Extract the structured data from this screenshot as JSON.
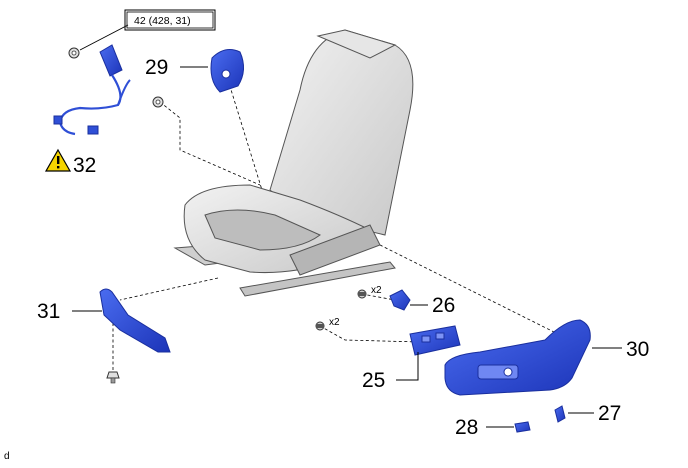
{
  "callout_box": "42 (428, 31)",
  "callouts": {
    "c25": "25",
    "c26": "26",
    "c27": "27",
    "c28": "28",
    "c29": "29",
    "c30": "30",
    "c31": "31",
    "c32": "32"
  },
  "quantities": {
    "q_upper": "x2",
    "q_lower": "x2"
  },
  "corner_label": "d",
  "colors": {
    "part_blue": "#2f4fd6",
    "part_blue_dark": "#1a2f9e",
    "seat_gray": "#d9d9d9",
    "warning_yellow": "#f5d400"
  },
  "icons": {
    "warning": "warning-triangle-icon"
  }
}
